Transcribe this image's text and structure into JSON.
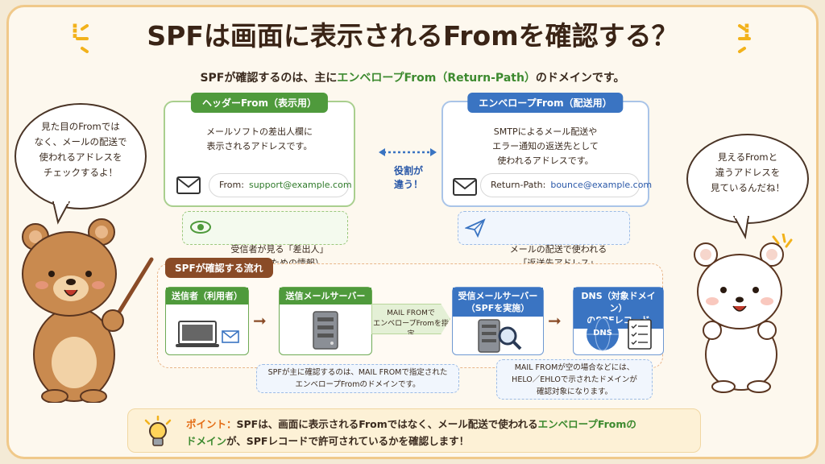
{
  "title": "SPFは画面に表示されるFromを確認する？",
  "subtitle": {
    "prefix": "SPFが確認するのは、主に",
    "highlight": "エンベロープFrom（Return-Path）",
    "suffix": "のドメインです。"
  },
  "header_card": {
    "tab": "ヘッダーFrom（表示用）",
    "desc": "メールソフトの差出人欄に\n表示されるアドレスです。",
    "addr_label": "From:",
    "addr_value": "support@example.com",
    "note": "受信者が見る「差出人」\n（表示のための情報）"
  },
  "envelope_card": {
    "tab": "エンベロープFrom（配送用）",
    "desc": "SMTPによるメール配送や\nエラー通知の返送先として\n使われるアドレスです。",
    "addr_label": "Return-Path:",
    "addr_value": "bounce@example.com",
    "note": "メールの配送で使われる\n「返送先アドレス」"
  },
  "role_label": "役割が\n違う！",
  "flow": {
    "title": "SPFが確認する流れ",
    "sender": "送信者（利用者）",
    "send_server": "送信メールサーバー",
    "mail_from": "MAIL FROMで\nエンベロープFromを指定",
    "recv_server": "受信メールサーバー\n（SPFを実施）",
    "dns": "DNS（対象ドメイン）\nのSPFレコード",
    "dns_label": "DNS",
    "note_left": "SPFが主に確認するのは、MAIL FROMで指定された\nエンベロープFromのドメインです。",
    "note_right": "MAIL FROMが空の場合などには、\nHELO／EHLOで示されたドメインが\n確認対象になります。"
  },
  "point": {
    "label": "ポイント：",
    "text1": "SPFは、画面に表示されるFromではなく、メール配送で使われる",
    "hl1": "エンベロープFromの",
    "hl2": "ドメイン",
    "text2": "が、SPFレコードで許可されているかを確認します！"
  },
  "bubble_left": "見た目のFromでは\nなく、メールの配送で\n使われるアドレスを\nチェックするよ！",
  "bubble_right": "見えるFromと\n違うアドレスを\n見ているんだね！",
  "colors": {
    "green": "#4f9a3c",
    "blue": "#3a74c2",
    "brown": "#8a4b27",
    "orange": "#e46d16",
    "bear_brown": "#c98a4f",
    "bear_white": "#ffffff"
  }
}
